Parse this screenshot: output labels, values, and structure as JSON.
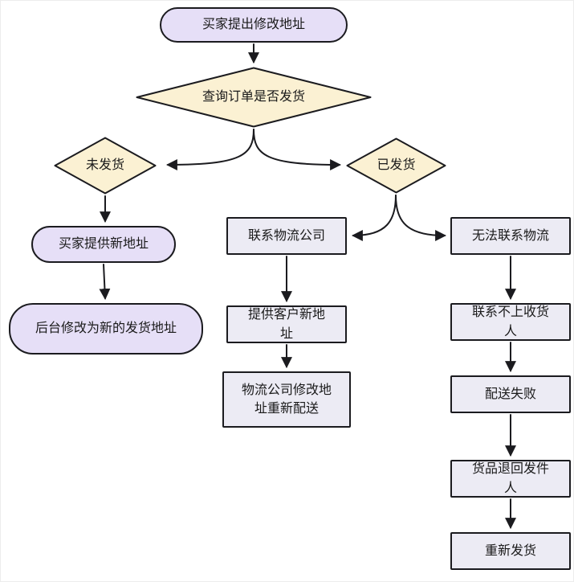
{
  "diagram": {
    "colors": {
      "pill_fill": "#E6DFF7",
      "decision_fill": "#FBF1D3",
      "process_fill": "#ECEBF4",
      "stroke": "#1B1B1F"
    },
    "nodes": {
      "start": {
        "label": "买家提出修改地址",
        "type": "terminator"
      },
      "check_shipped": {
        "label": "查询订单是否发货",
        "type": "decision"
      },
      "not_shipped": {
        "label": "未发货",
        "type": "decision"
      },
      "shipped": {
        "label": "已发货",
        "type": "decision"
      },
      "buyer_new_address": {
        "label": "买家提供新地址",
        "type": "terminator"
      },
      "backend_modify": {
        "label": "后台修改为新的发货地址",
        "type": "terminator"
      },
      "contact_logistics": {
        "label": "联系物流公司",
        "type": "process"
      },
      "provide_new_address": {
        "label": "提供客户新地址",
        "type": "process"
      },
      "logistics_redeliver": {
        "label": "物流公司修改地址重新配送",
        "type": "process"
      },
      "cannot_contact_logistics": {
        "label": "无法联系物流",
        "type": "process"
      },
      "cannot_contact_recipient": {
        "label": "联系不上收货人",
        "type": "process"
      },
      "delivery_failed": {
        "label": "配送失败",
        "type": "process"
      },
      "returned_to_sender": {
        "label": "货品退回发件人",
        "type": "process"
      },
      "reship": {
        "label": "重新发货",
        "type": "process"
      }
    }
  }
}
